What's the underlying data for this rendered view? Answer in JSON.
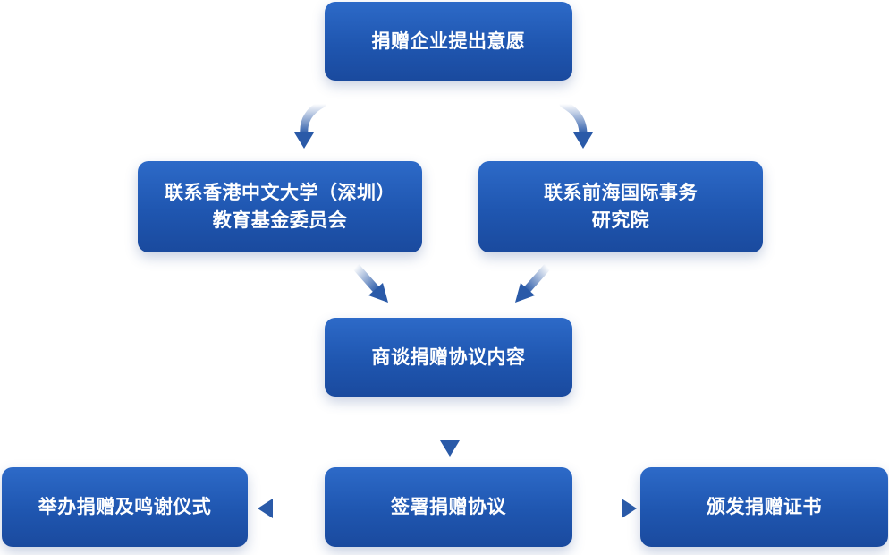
{
  "diagram": {
    "nodes": {
      "start": {
        "label": "捐赠企业提出意愿"
      },
      "cuhk": {
        "line1": "联系香港中文大学（深圳）",
        "line2": "教育基金委员会"
      },
      "qianhai": {
        "line1": "联系前海国际事务",
        "line2": "研究院"
      },
      "discuss": {
        "label": "商谈捐赠协议内容"
      },
      "sign": {
        "label": "签署捐赠协议"
      },
      "ceremony": {
        "label": "举办捐赠及鸣谢仪式"
      },
      "certificate": {
        "label": "颁发捐赠证书"
      }
    },
    "edges": [
      {
        "from": "start",
        "to": "cuhk"
      },
      {
        "from": "start",
        "to": "qianhai"
      },
      {
        "from": "cuhk",
        "to": "discuss"
      },
      {
        "from": "qianhai",
        "to": "discuss"
      },
      {
        "from": "discuss",
        "to": "sign"
      },
      {
        "from": "sign",
        "to": "ceremony"
      },
      {
        "from": "sign",
        "to": "certificate"
      }
    ],
    "colors": {
      "node_fill": "#1f56b0",
      "node_text": "#ffffff",
      "arrow": "#2a5aa8"
    }
  }
}
